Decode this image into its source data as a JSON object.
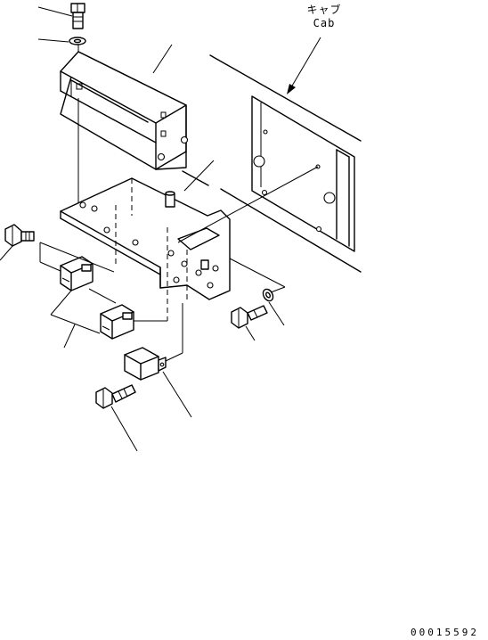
{
  "callout": {
    "cab_label_jp": "キャブ",
    "cab_label_en": "Cab"
  },
  "footer": {
    "drawing_number": "00015592"
  },
  "parts": [
    "bolt-top",
    "washer-top",
    "cover-box",
    "cab-panel",
    "mounting-bracket",
    "flange-bolt-left",
    "relay-upper",
    "relay-lower",
    "relay-small",
    "bolt-bottom",
    "bolt-right",
    "washer-right"
  ]
}
